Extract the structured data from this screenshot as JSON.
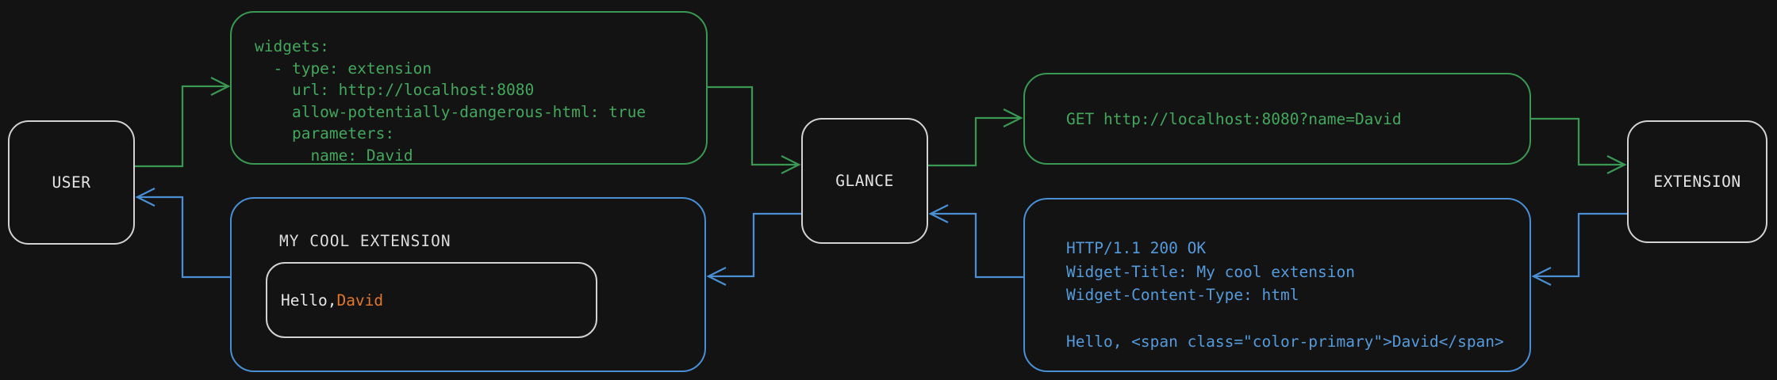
{
  "colors": {
    "background": "#131313",
    "green-line": "#3a9853",
    "green-text": "#43a75e",
    "blue-line": "#4a8fd4",
    "blue-text": "#559bdc",
    "node-border": "#d2d2d2",
    "node-text": "#e4e4e4",
    "title-text": "#dcdcdc",
    "greeting-text": "#e8e8e8",
    "orange": "#e2762e"
  },
  "nodes": {
    "user": {
      "label": "USER"
    },
    "glance": {
      "label": "GLANCE"
    },
    "extension": {
      "label": "EXTENSION"
    }
  },
  "config_box": {
    "lines": [
      "widgets:",
      "  - type: extension",
      "    url: http://localhost:8080",
      "    allow-potentially-dangerous-html: true",
      "    parameters:",
      "      name: David"
    ]
  },
  "request_box": {
    "text": "GET http://localhost:8080?name=David"
  },
  "response_box": {
    "lines": [
      "HTTP/1.1 200 OK",
      "Widget-Title: My cool extension",
      "Widget-Content-Type: html",
      "",
      "Hello, <span class=\"color-primary\">David</span>"
    ]
  },
  "widget_box": {
    "title": "MY COOL EXTENSION",
    "greeting_prefix": "Hello, ",
    "greeting_name": "David"
  },
  "edges": [
    {
      "from": "user",
      "to": "config_box",
      "color": "green"
    },
    {
      "from": "config_box",
      "to": "glance",
      "color": "green"
    },
    {
      "from": "glance",
      "to": "request_box",
      "color": "green"
    },
    {
      "from": "request_box",
      "to": "extension",
      "color": "green"
    },
    {
      "from": "extension",
      "to": "response_box",
      "color": "blue"
    },
    {
      "from": "response_box",
      "to": "glance",
      "color": "blue"
    },
    {
      "from": "glance",
      "to": "widget_box",
      "color": "blue"
    },
    {
      "from": "widget_box",
      "to": "user",
      "color": "blue"
    }
  ]
}
